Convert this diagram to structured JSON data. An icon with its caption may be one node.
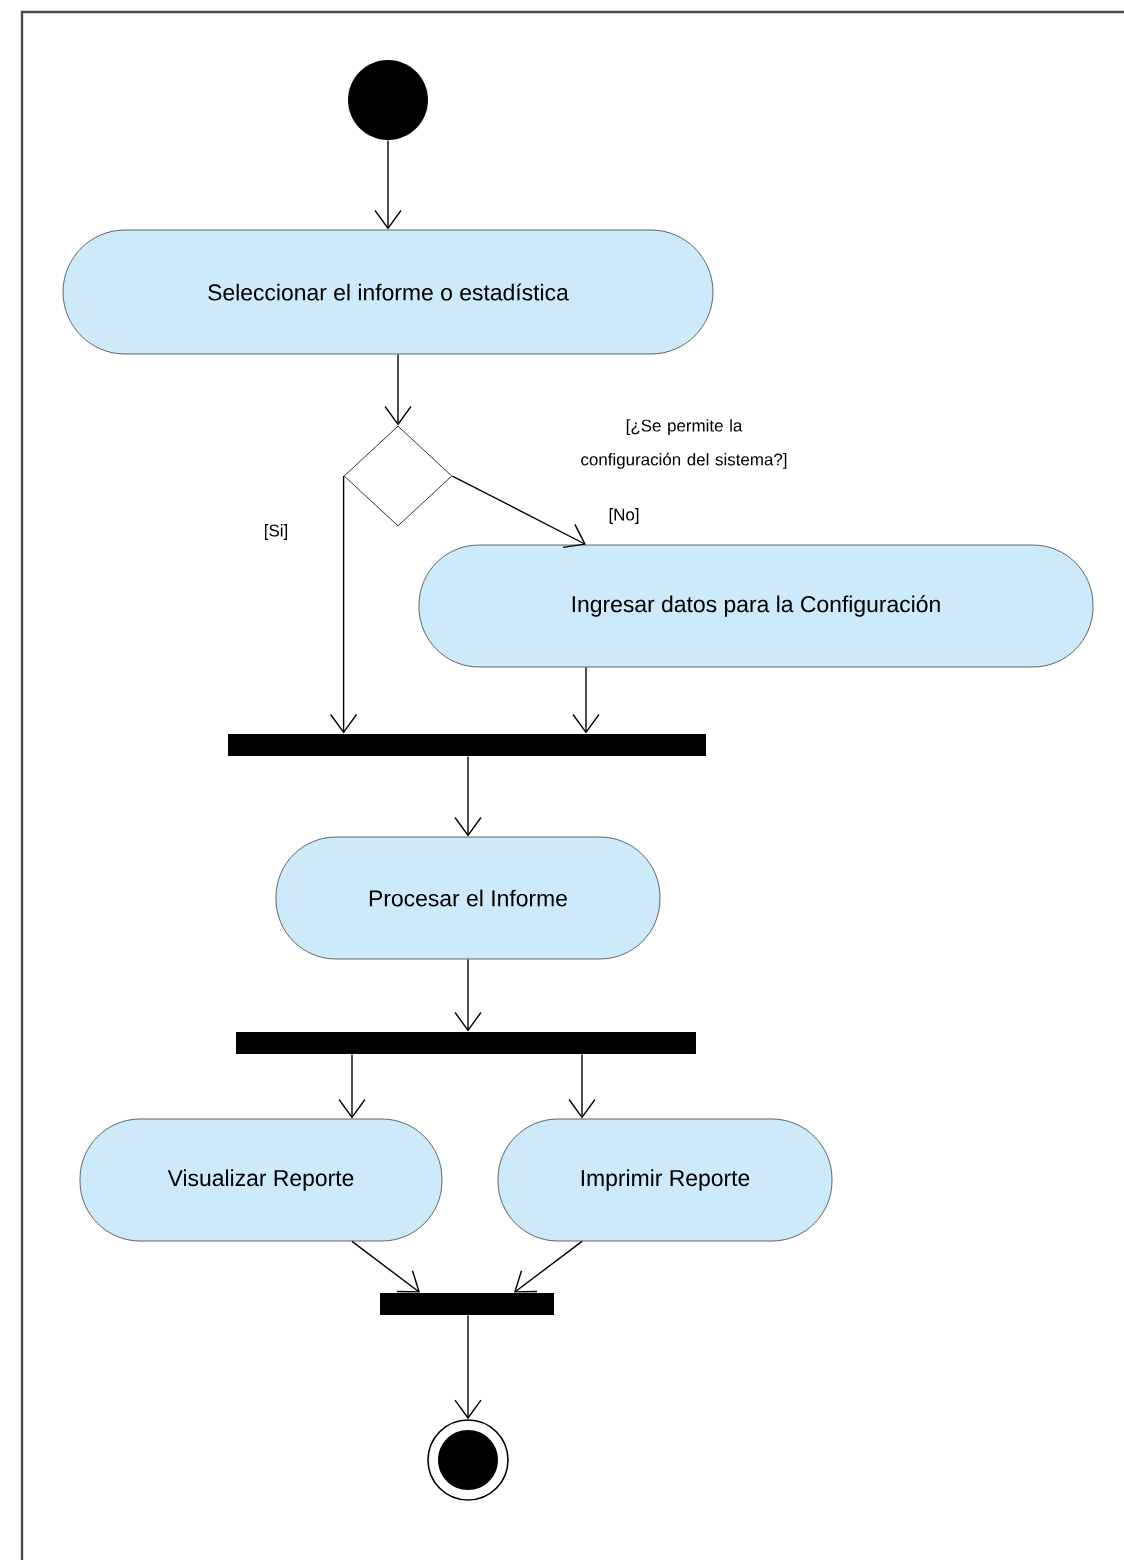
{
  "diagram": {
    "nodes": [
      {
        "text": [],
        "shape": "circle"
      },
      {
        "text": [
          "Seleccionar el informe o estadística"
        ]
      },
      {
        "text": [],
        "shape": "diamond"
      },
      {
        "text": [
          "Ingresar datos para la Configuración"
        ]
      },
      {
        "text": [],
        "shape": "bar"
      },
      {
        "text": [
          "Procesar el Informe"
        ]
      },
      {
        "text": [],
        "shape": "bar"
      },
      {
        "text": [
          "Visualizar Reporte"
        ]
      },
      {
        "text": [
          "Imprimir Reporte"
        ]
      },
      {
        "text": [],
        "shape": "bar"
      },
      {
        "text": [],
        "shape": "circle"
      }
    ],
    "edges": [
      {
        "from": 0,
        "to": 1,
        "arrow": "to"
      },
      {
        "from": 1,
        "to": 2,
        "arrow": "to"
      },
      {
        "from": 2,
        "to": 4,
        "arrow": "to",
        "label": "[Si]"
      },
      {
        "from": 2,
        "to": 3,
        "arrow": "to",
        "label": "[No]"
      },
      {
        "from": 3,
        "to": 4,
        "arrow": "to"
      },
      {
        "from": 4,
        "to": 5,
        "arrow": "to"
      },
      {
        "from": 5,
        "to": 6,
        "arrow": "to"
      },
      {
        "from": 6,
        "to": 7,
        "arrow": "to"
      },
      {
        "from": 6,
        "to": 8,
        "arrow": "to"
      },
      {
        "from": 7,
        "to": 9,
        "arrow": "to"
      },
      {
        "from": 8,
        "to": 9,
        "arrow": "to"
      },
      {
        "from": 9,
        "to": 10,
        "arrow": "to"
      }
    ],
    "labels": [
      "[¿Se permite la configuración del sistema?]"
    ]
  }
}
